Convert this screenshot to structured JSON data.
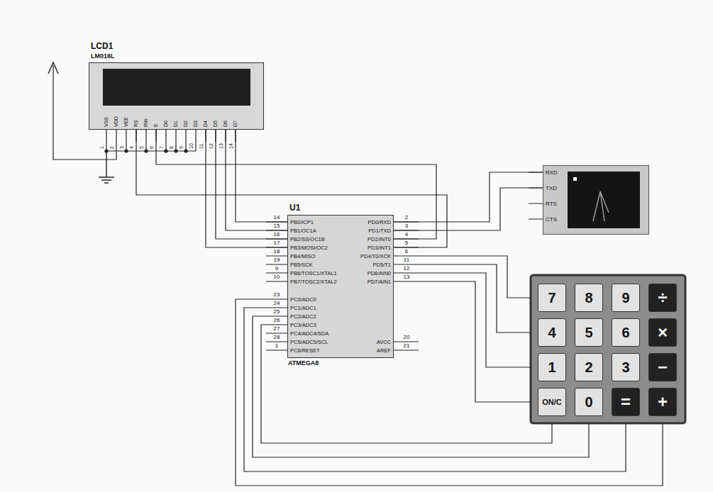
{
  "diagram": {
    "nodes": [
      {
        "text": [
          "LCD1",
          "LM016L"
        ]
      },
      {
        "text": [
          "U1",
          "ATMEGA8"
        ]
      },
      {
        "text": [
          "RXD",
          "TXD",
          "RTS",
          "CTS"
        ]
      },
      {
        "text": [
          "7"
        ]
      },
      {
        "text": [
          "8"
        ]
      },
      {
        "text": [
          "9"
        ]
      },
      {
        "text": [
          "÷"
        ]
      },
      {
        "text": [
          "4"
        ]
      },
      {
        "text": [
          "5"
        ]
      },
      {
        "text": [
          "6"
        ]
      },
      {
        "text": [
          "×"
        ]
      },
      {
        "text": [
          "1"
        ]
      },
      {
        "text": [
          "2"
        ]
      },
      {
        "text": [
          "3"
        ]
      },
      {
        "text": [
          "−"
        ]
      },
      {
        "text": [
          "ON/C"
        ]
      },
      {
        "text": [
          "0"
        ]
      },
      {
        "text": [
          "="
        ]
      },
      {
        "text": [
          "+"
        ]
      }
    ],
    "edges": [
      {
        "from": 0,
        "to": 1,
        "arrow": "none"
      },
      {
        "from": 0,
        "to": 1,
        "arrow": "none"
      },
      {
        "from": 0,
        "to": 1,
        "arrow": "none"
      },
      {
        "from": 0,
        "to": 1,
        "arrow": "none"
      },
      {
        "from": 0,
        "to": 1,
        "arrow": "none"
      },
      {
        "from": 0,
        "to": 1,
        "arrow": "none"
      },
      {
        "from": 1,
        "to": 2,
        "arrow": "none"
      },
      {
        "from": 1,
        "to": 2,
        "arrow": "none"
      }
    ],
    "labels": [
      "VSS",
      "VDD",
      "VEE",
      "RS",
      "RW",
      "E",
      "D0",
      "D1",
      "D2",
      "D3",
      "D4",
      "D5",
      "D6",
      "D7",
      "1",
      "2",
      "3",
      "4",
      "5",
      "6",
      "7",
      "8",
      "9",
      "10",
      "11",
      "12",
      "13",
      "14",
      "PB0/ICP1",
      "14",
      "PB1/OC1A",
      "15",
      "PB2/SS/OC1B",
      "16",
      "PB3/MOSI/OC2",
      "17",
      "PB4/MISO",
      "18",
      "PB5/SCK",
      "19",
      "PB6/TOSC1/XTAL1",
      "9",
      "PB7/TOSC2/XTAL2",
      "10",
      "PC0/ADC0",
      "23",
      "PC1/ADC1",
      "24",
      "PC2/ADC2",
      "25",
      "PC3/ADC3",
      "26",
      "PC4/ADC4/SDA",
      "27",
      "PC5/ADC5/SCL",
      "28",
      "PC6/RESET",
      "1",
      "PD0/RXD",
      "2",
      "PD1/TXD",
      "3",
      "PD2/INT0",
      "4",
      "PD3/INT1",
      "5",
      "PD4/T0/XCK",
      "6",
      "PD5/T1",
      "11",
      "PD6/AIN0",
      "12",
      "PD7/AIN1",
      "13",
      "AVCC",
      "20",
      "AREF",
      "21"
    ]
  }
}
